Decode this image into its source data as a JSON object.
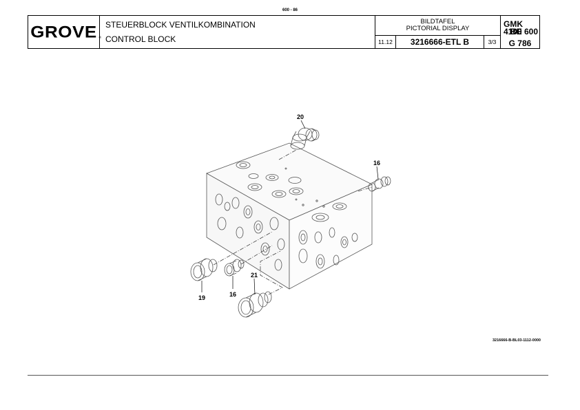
{
  "header": {
    "page_number": "600 - 86",
    "logo_text": "GROVE",
    "logo_mark": "®",
    "title_de": "STEUERBLOCK VENTILKOMBINATION",
    "title_en": "CONTROL BLOCK",
    "display_de": "BILDTAFEL",
    "display_en": "PICTORIAL DISPLAY",
    "date": "11.12",
    "part_number": "3216666-ETL B",
    "sheet": "3/3",
    "model_1": "GMK 4100",
    "model_2": "BE 600",
    "model_3": "G 786"
  },
  "drawing": {
    "callouts": {
      "c20": "20",
      "c16_top": "16",
      "c19": "19",
      "c16_bottom": "16",
      "c21": "21"
    },
    "drawing_id": "3216666-B-BL03-1112-0000"
  }
}
